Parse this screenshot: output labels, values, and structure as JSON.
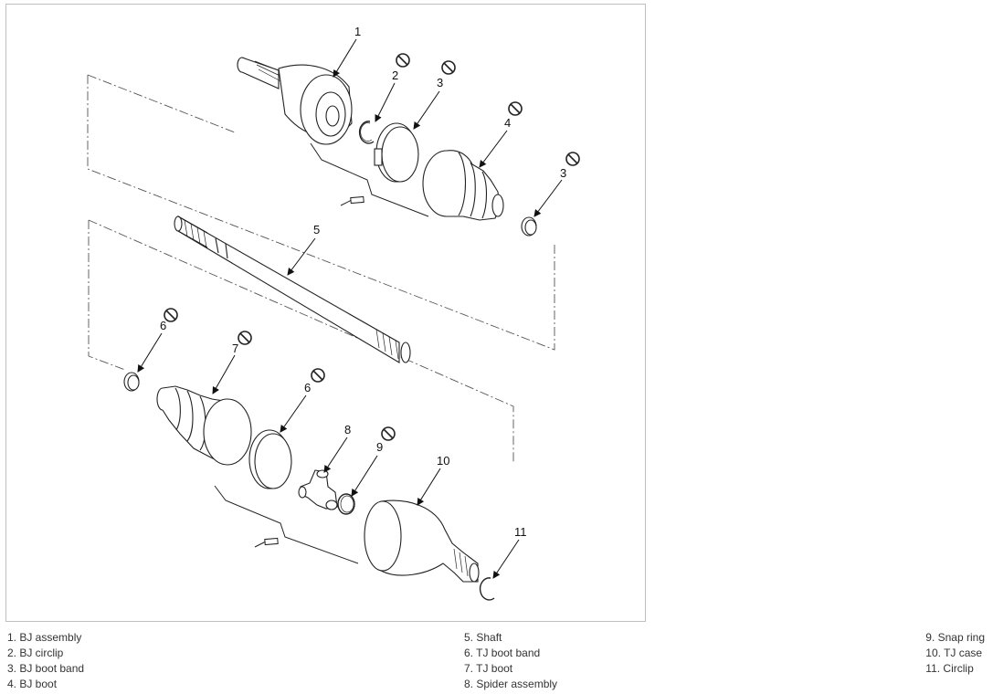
{
  "callouts": [
    {
      "id": "c1",
      "label": "1"
    },
    {
      "id": "c2",
      "label": "2"
    },
    {
      "id": "c3a",
      "label": "3"
    },
    {
      "id": "c4",
      "label": "4"
    },
    {
      "id": "c3b",
      "label": "3"
    },
    {
      "id": "c5",
      "label": "5"
    },
    {
      "id": "c6a",
      "label": "6"
    },
    {
      "id": "c7",
      "label": "7"
    },
    {
      "id": "c6b",
      "label": "6"
    },
    {
      "id": "c8",
      "label": "8"
    },
    {
      "id": "c9",
      "label": "9"
    },
    {
      "id": "c10",
      "label": "10"
    },
    {
      "id": "c11",
      "label": "11"
    }
  ],
  "legend": {
    "col1": [
      "1. BJ assembly",
      "2. BJ circlip",
      "3. BJ boot band",
      "4. BJ boot"
    ],
    "col2": [
      "5. Shaft",
      "6. TJ boot band",
      "7. TJ boot",
      "8. Spider assembly"
    ],
    "col3": [
      "9. Snap ring",
      "10. TJ case",
      "11. Circlip"
    ]
  },
  "icons": {
    "reuse_prohibited": "prohibited-icon",
    "grease_tube": "grease-tube-icon"
  },
  "colors": {
    "frame": "#bfbfbf",
    "line": "#222222",
    "text": "#333333"
  }
}
